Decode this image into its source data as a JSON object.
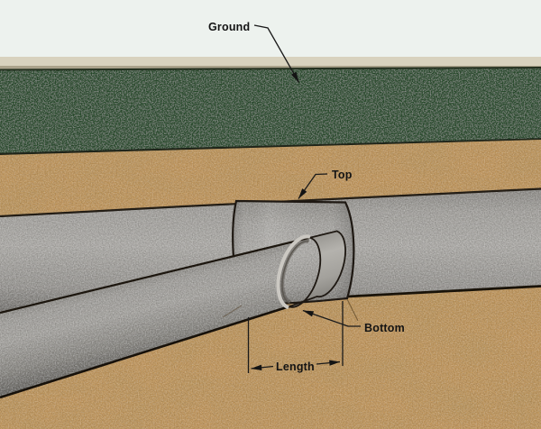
{
  "scene": {
    "description": "3D cutaway diagram of a buried branch pipe entering a main pipe through a junction sleeve below grass and soil layers",
    "labels": {
      "ground": "Ground",
      "top": "Top",
      "bottom": "Bottom",
      "length": "Length"
    },
    "colors": {
      "sky": "#edf2ee",
      "horizon_band": "#d8d2be",
      "horizon_band_edge": "#aaa28b",
      "grass": "#2f5130",
      "soil": "#c2985e",
      "pipe_gray": "#a9a7a3",
      "pipe_shadow": "#716f6b",
      "ring_highlight": "#cbc8c2",
      "outline": "#1e1913",
      "annotation": "#1a1a1a"
    }
  }
}
